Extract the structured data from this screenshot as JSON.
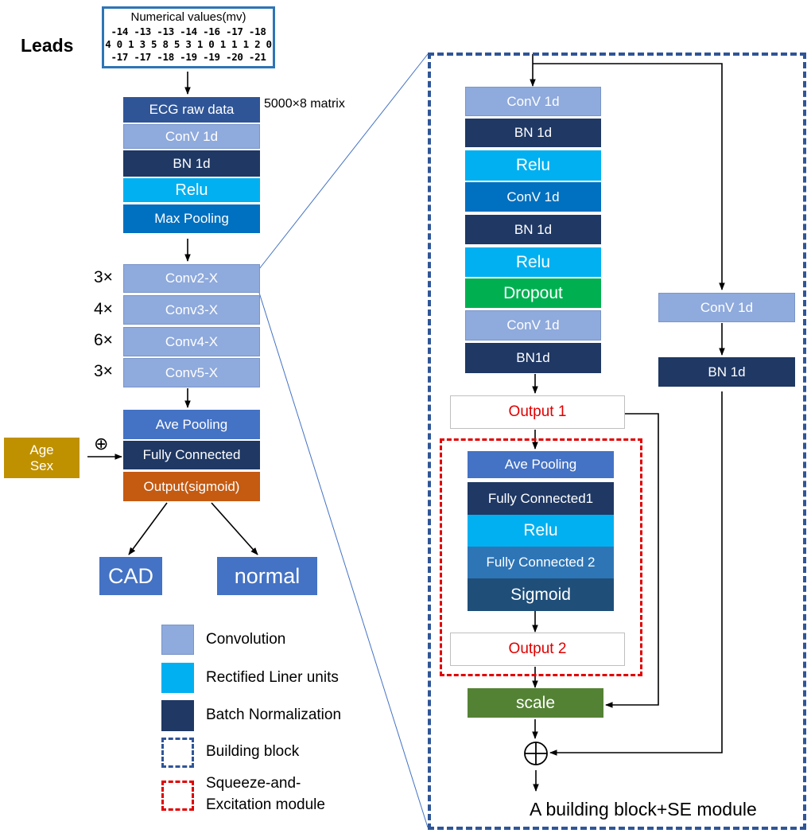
{
  "colors": {
    "conv": "#8faadc",
    "bn": "#1f3864",
    "relu": "#00b0f0",
    "conv_mid": "#0070c0",
    "ecg": "#2f5597",
    "pool": "#0070c0",
    "ave_pool": "#4472c4",
    "fc2": "#2e75b6",
    "sigmoid": "#1f4e79",
    "output_sigmoid": "#c55a11",
    "age_sex": "#bf9000",
    "dropout": "#00b050",
    "scale": "#548235",
    "class_box": "#4472c4",
    "building_block_border": "#2f5597",
    "se_border": "#e00000",
    "output_text": "#e00000",
    "leads_box_border": "#2e75b6"
  },
  "input": {
    "leads_label": "Leads",
    "title": "Numerical values(mv)",
    "rows": [
      "-14 -13 -13 -14 -16 -17 -18",
      "4 0 1 3 5 8 5 3 1 0 1 1 1 2 0",
      "-17 -17 -18 -19 -19 -20 -21"
    ],
    "matrix_note": "5000×8 matrix"
  },
  "left_stack": {
    "stem": [
      "ECG raw data",
      "ConV 1d",
      "BN 1d",
      "Relu",
      "Max Pooling"
    ],
    "stages": [
      {
        "repeat": "3×",
        "label": "Conv2-X"
      },
      {
        "repeat": "4×",
        "label": "Conv3-X"
      },
      {
        "repeat": "6×",
        "label": "Conv4-X"
      },
      {
        "repeat": "3×",
        "label": "Conv5-X"
      }
    ],
    "head": [
      "Ave Pooling",
      "Fully Connected",
      "Output(sigmoid)"
    ],
    "age_sex": [
      "Age",
      "Sex"
    ],
    "concat_symbol": "⊕",
    "outputs": [
      "CAD",
      "normal"
    ]
  },
  "legend": [
    {
      "label": "Convolution",
      "kind": "conv"
    },
    {
      "label": "Rectified Liner units",
      "kind": "relu"
    },
    {
      "label": "Batch Normalization",
      "kind": "bn"
    },
    {
      "label": "Building block",
      "kind": "building-block"
    },
    {
      "label": "Squeeze-and-\nExcitation module",
      "kind": "se-module",
      "line1": "Squeeze-and-",
      "line2": "Excitation module"
    }
  ],
  "building_block": {
    "main_path": [
      "ConV 1d",
      "BN 1d",
      "Relu",
      "ConV 1d",
      "BN 1d",
      "Relu",
      "Dropout",
      "ConV 1d",
      "BN1d"
    ],
    "shortcut": [
      "ConV 1d",
      "BN 1d"
    ],
    "output1": "Output 1",
    "se_module": [
      "Ave Pooling",
      "Fully Connected1",
      "Relu",
      "Fully Connected 2",
      "Sigmoid"
    ],
    "output2": "Output 2",
    "scale": "scale",
    "add_symbol": "⊕",
    "caption": "A building block+SE module"
  }
}
